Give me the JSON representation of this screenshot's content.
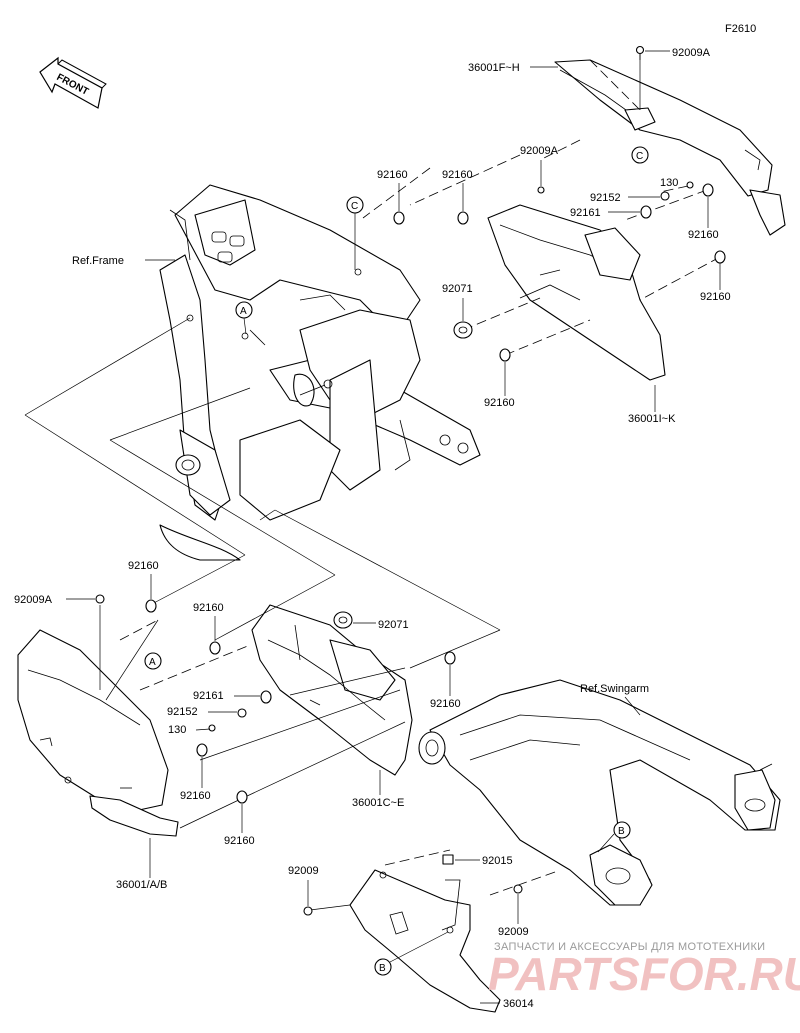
{
  "figure_code": "F2610",
  "front_label": "FRONT",
  "refs": {
    "frame": "Ref.Frame",
    "swingarm": "Ref.Swingarm"
  },
  "markers": [
    "A",
    "B",
    "C"
  ],
  "parts": {
    "p36001FH": "36001F~H",
    "p36001IK": "36001I~K",
    "p36001CE": "36001C~E",
    "p36001AB": "36001/A/B",
    "p36014": "36014",
    "p92009A": "92009A",
    "p92009": "92009",
    "p92160": "92160",
    "p92152": "92152",
    "p92161": "92161",
    "p130": "130",
    "p92071": "92071",
    "p92015": "92015"
  },
  "watermark": {
    "tagline": "ЗАПЧАСТИ И АКСЕССУАРЫ ДЛЯ МОТОТЕХНИКИ",
    "brand": "PARTSFOR.RU"
  },
  "colors": {
    "line": "#000000",
    "watermark_text": "#9a9a9a",
    "watermark_brand": "#f1c1c1"
  }
}
